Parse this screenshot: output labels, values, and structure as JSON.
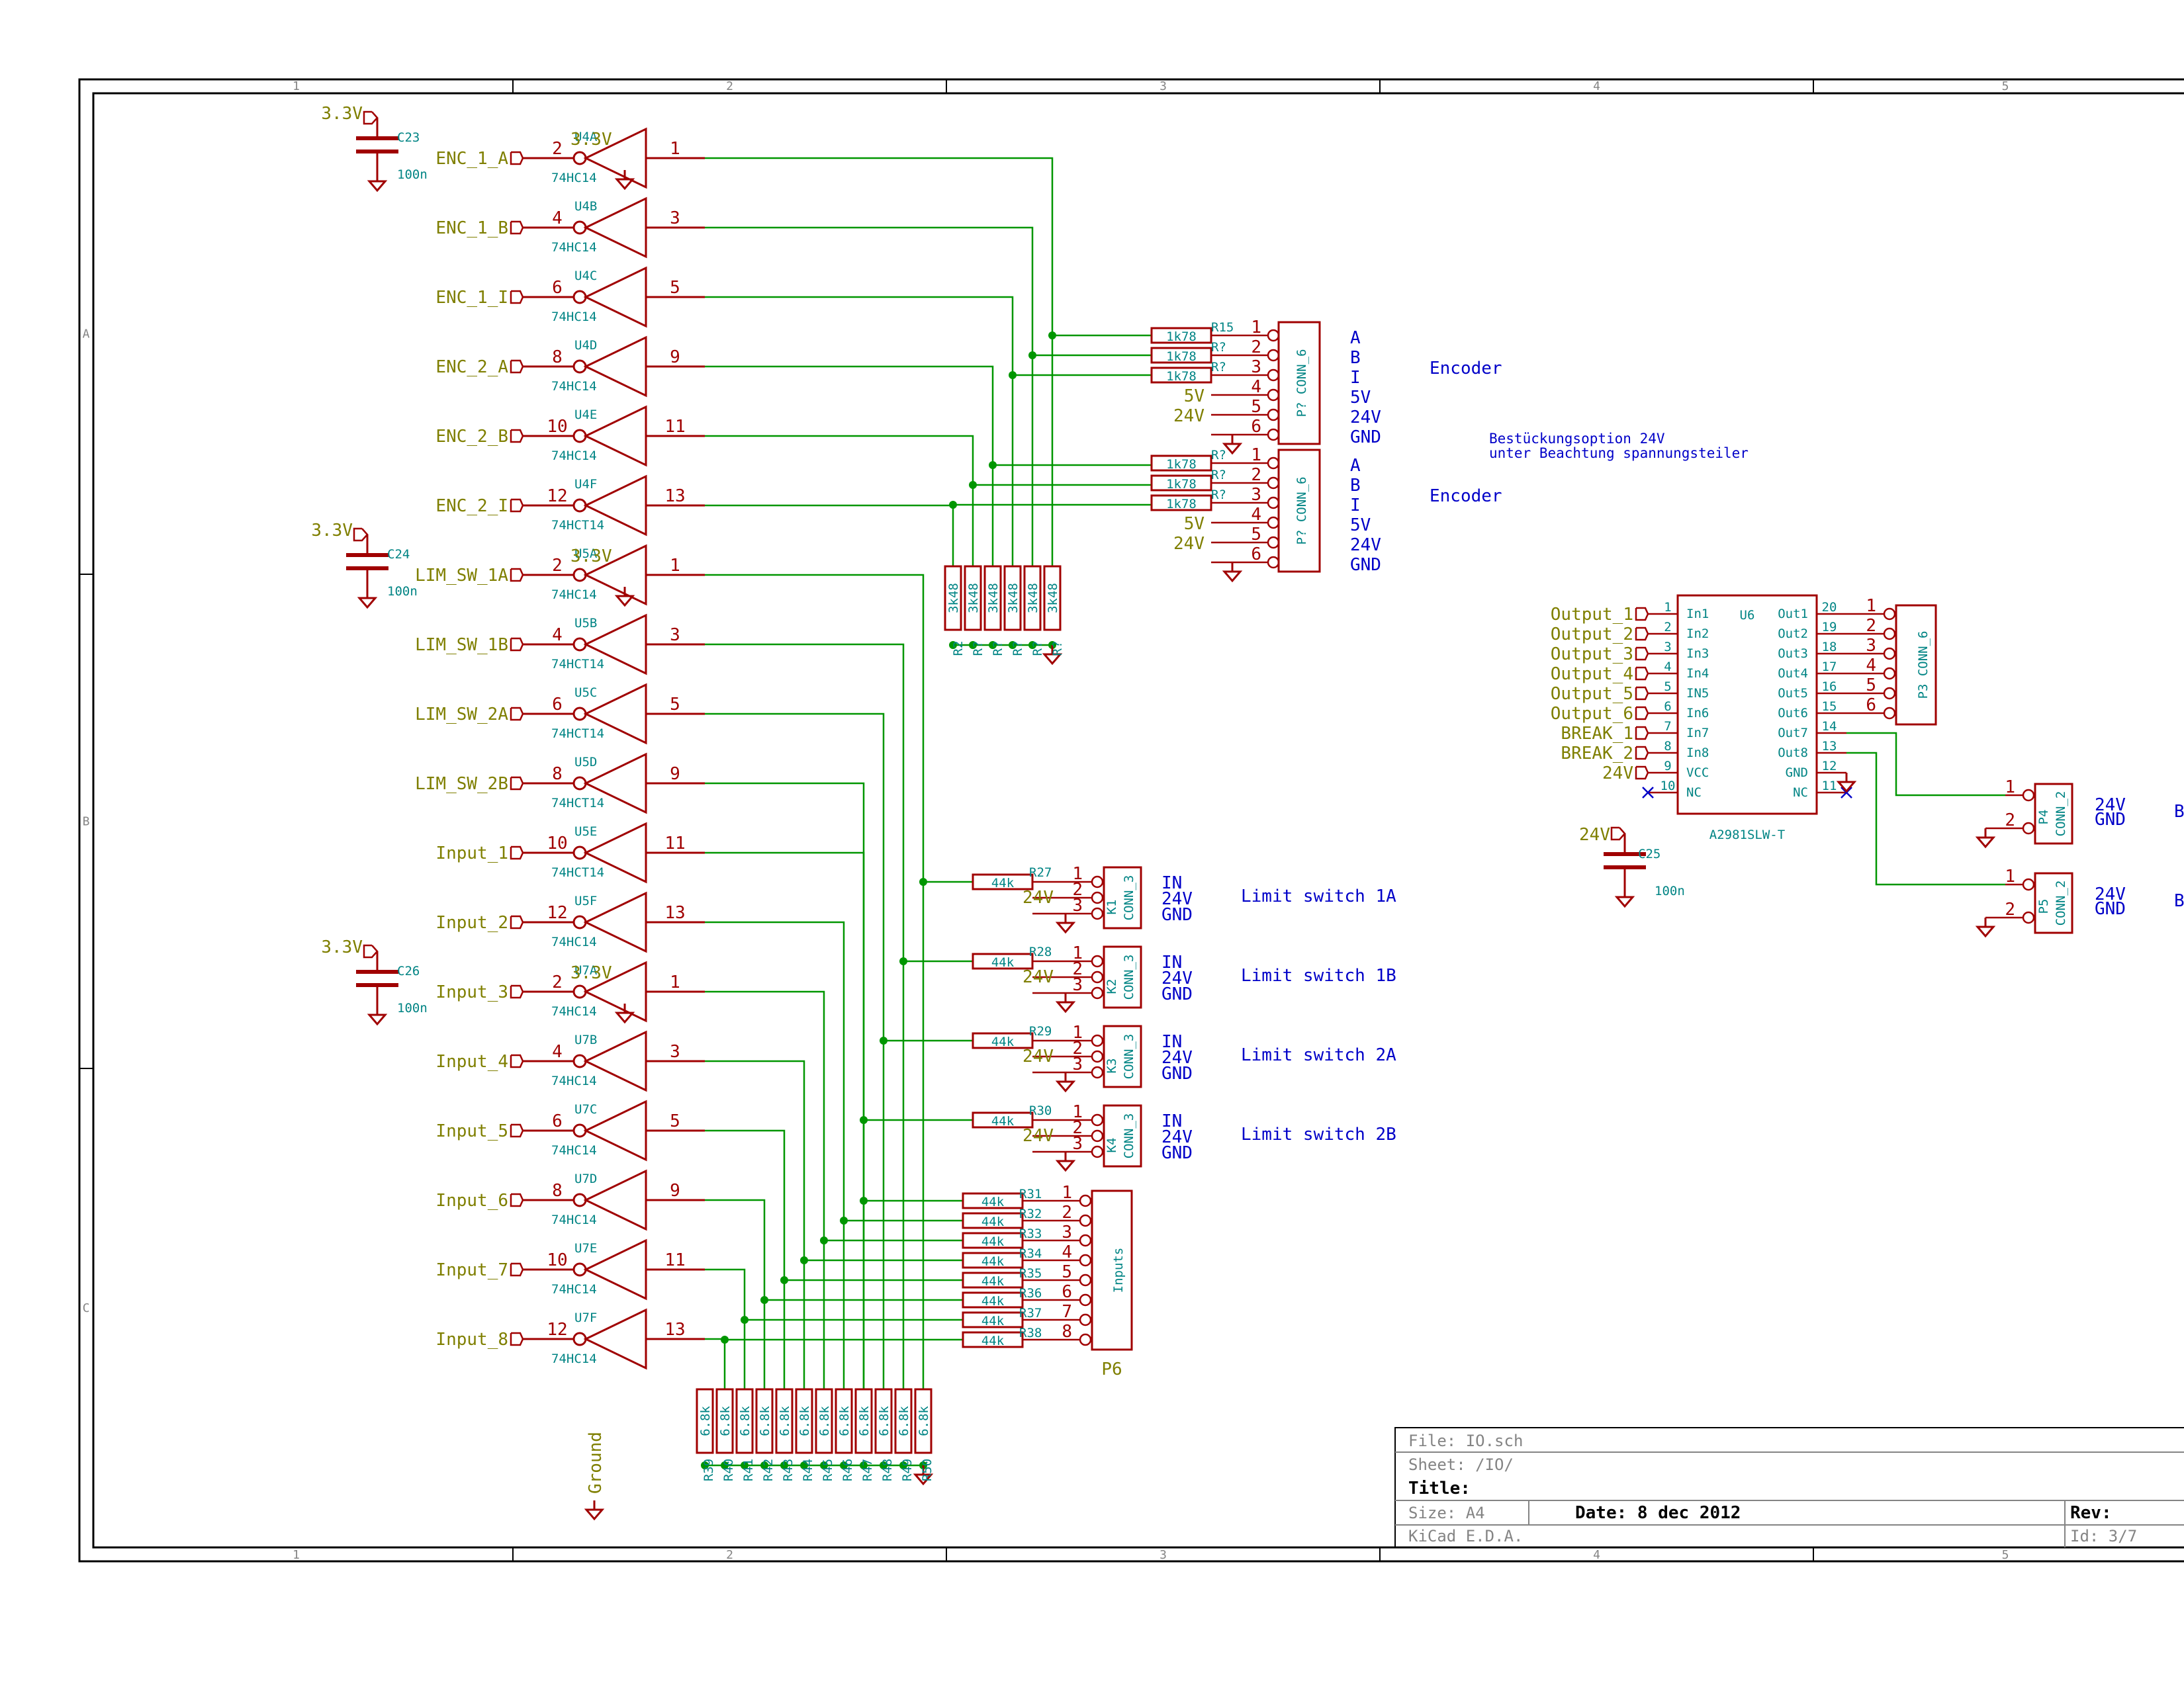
{
  "encoder_labels": [
    "ENC_1_A",
    "ENC_1_B",
    "ENC_1_I",
    "ENC_2_A",
    "ENC_2_B",
    "ENC_2_I"
  ],
  "limit_labels": [
    "LIM_SW_1A",
    "LIM_SW_1B",
    "LIM_SW_2A",
    "LIM_SW_2B"
  ],
  "input_labels": [
    "Input_1",
    "Input_2",
    "Input_3",
    "Input_4",
    "Input_5",
    "Input_6",
    "Input_7",
    "Input_8"
  ],
  "gate_refs": [
    "U4A",
    "U4B",
    "U4C",
    "U4D",
    "U4E",
    "U4F",
    "U5A",
    "U5B",
    "U5C",
    "U5D",
    "U5E",
    "U5F",
    "U7A",
    "U7B",
    "U7C",
    "U7D",
    "U7E",
    "U7F"
  ],
  "gate_values": [
    "74HC14",
    "74HC14",
    "74HC14",
    "74HC14",
    "74HC14",
    "74HCT14",
    "74HC14",
    "74HCT14",
    "74HCT14",
    "74HCT14",
    "74HCT14",
    "74HC14",
    "74HC14",
    "74HC14",
    "74HC14",
    "74HC14",
    "74HC14",
    "74HC14"
  ],
  "gate_in_pins": [
    "2",
    "4",
    "6",
    "8",
    "10",
    "12",
    "2",
    "4",
    "6",
    "8",
    "10",
    "12",
    "2",
    "4",
    "6",
    "8",
    "10",
    "12"
  ],
  "gate_out_pins": [
    "1",
    "3",
    "5",
    "9",
    "11",
    "13",
    "1",
    "3",
    "5",
    "9",
    "11",
    "13",
    "1",
    "3",
    "5",
    "9",
    "11",
    "13"
  ],
  "power_3v3": "3.3V",
  "power_5v": "5V",
  "power_24v": "24V",
  "decoupling_caps": [
    {
      "ref": "C23",
      "value": "100n"
    },
    {
      "ref": "C24",
      "value": "100n"
    },
    {
      "ref": "C26",
      "value": "100n"
    },
    {
      "ref": "C25",
      "value": "100n"
    }
  ],
  "encoder_connectors": [
    {
      "ref": "P?",
      "value": "CONN_6",
      "res_refs": [
        "R15",
        "R?",
        "R?"
      ],
      "res_value": "1k78",
      "pins": [
        "1",
        "2",
        "3",
        "4",
        "5",
        "6"
      ],
      "signals": [
        "A",
        "B",
        "I",
        "5V",
        "24V",
        "GND"
      ],
      "title": "Encoder"
    },
    {
      "ref": "P?",
      "value": "CONN_6",
      "res_refs": [
        "R?",
        "R?",
        "R?"
      ],
      "res_value": "1k78",
      "pins": [
        "1",
        "2",
        "3",
        "4",
        "5",
        "6"
      ],
      "signals": [
        "A",
        "B",
        "I",
        "5V",
        "24V",
        "GND"
      ],
      "title": "Encoder"
    }
  ],
  "assembly_note": [
    "Bestückungsoption 24V",
    "unter Beachtung spannungsteiler"
  ],
  "pulldown_3k48": {
    "value": "3k48",
    "refs": [
      "R2",
      "R?",
      "R?",
      "R?",
      "R?",
      "R?"
    ]
  },
  "limit_connectors": [
    {
      "res": "R27",
      "res_value": "44k",
      "ref": "K1",
      "value": "CONN_3",
      "title": "Limit switch 1A"
    },
    {
      "res": "R28",
      "res_value": "44k",
      "ref": "K2",
      "value": "CONN_3",
      "title": "Limit switch 1B"
    },
    {
      "res": "R29",
      "res_value": "44k",
      "ref": "K3",
      "value": "CONN_3",
      "title": "Limit switch 2A"
    },
    {
      "res": "R30",
      "res_value": "44k",
      "ref": "K4",
      "value": "CONN_3",
      "title": "Limit switch 2B"
    }
  ],
  "conn3_pins": [
    "1",
    "2",
    "3"
  ],
  "conn3_signals": [
    "IN",
    "24V",
    "GND"
  ],
  "input_connector": {
    "ref": "P6",
    "value": "Inputs",
    "res_refs": [
      "R31",
      "R32",
      "R33",
      "R34",
      "R35",
      "R36",
      "R37",
      "R38"
    ],
    "res_value": "44k",
    "pins": [
      "1",
      "2",
      "3",
      "4",
      "5",
      "6",
      "7",
      "8"
    ]
  },
  "pulldown_6k8": {
    "value": "6.8k",
    "refs": [
      "R39",
      "R40",
      "R41",
      "R42",
      "R43",
      "R44",
      "R45",
      "R46",
      "R47",
      "R48",
      "R49",
      "R50"
    ]
  },
  "ground_label": "Ground",
  "driver": {
    "ref": "U6",
    "value": "A2981SLW-T",
    "left_nets": [
      "Output_1",
      "Output_2",
      "Output_3",
      "Output_4",
      "Output_5",
      "Output_6",
      "BREAK_1",
      "BREAK_2",
      "24V"
    ],
    "left_pins": [
      "1",
      "2",
      "3",
      "4",
      "5",
      "6",
      "7",
      "8",
      "9",
      "10"
    ],
    "left_names": [
      "In1",
      "In2",
      "In3",
      "In4",
      "IN5",
      "In6",
      "In7",
      "In8",
      "VCC",
      "NC"
    ],
    "right_pins": [
      "20",
      "19",
      "18",
      "17",
      "16",
      "15",
      "14",
      "13",
      "12",
      "11"
    ],
    "right_names": [
      "Out1",
      "Out2",
      "Out3",
      "Out4",
      "Out5",
      "Out6",
      "Out7",
      "Out8",
      "GND",
      "NC"
    ]
  },
  "output_connector": {
    "ref": "P3",
    "value": "CONN_6",
    "pins": [
      "1",
      "2",
      "3",
      "4",
      "5",
      "6"
    ]
  },
  "brake_connectors": [
    {
      "ref": "P4",
      "value": "CONN_2",
      "pins": [
        "1",
        "2"
      ],
      "signals": [
        "24V",
        "GND"
      ],
      "cut": "B"
    },
    {
      "ref": "P5",
      "value": "CONN_2",
      "pins": [
        "1",
        "2"
      ],
      "signals": [
        "24V",
        "GND"
      ],
      "cut": "B"
    }
  ],
  "frame": {
    "cols": [
      "1",
      "2",
      "3",
      "4",
      "5"
    ],
    "rows": [
      "A",
      "B",
      "C"
    ]
  },
  "title_block": {
    "file": "File: IO.sch",
    "sheet": "Sheet: /IO/",
    "title": "Title:",
    "size": "Size: A4",
    "date": "Date: 8 dec 2012",
    "rev": "Rev:",
    "tool": "KiCad E.D.A.",
    "id": "Id: 3/7"
  }
}
